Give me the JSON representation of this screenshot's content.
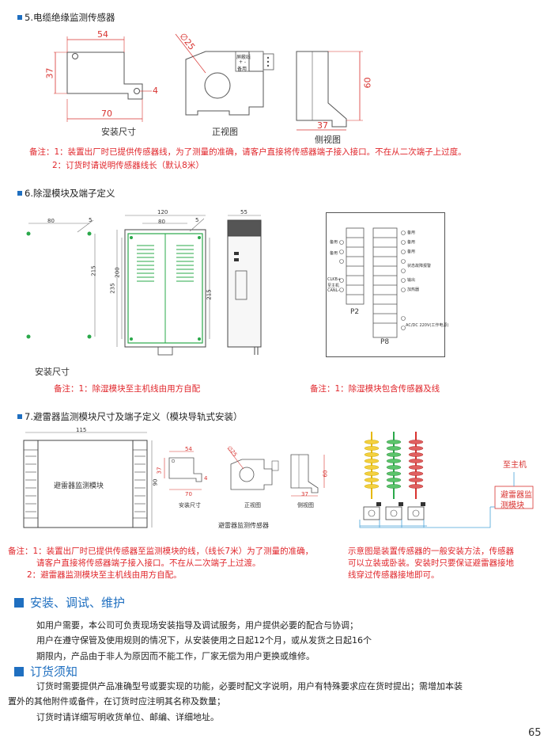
{
  "sec5": {
    "title": "5.电缆绝缘监测传感器",
    "dim_54": "54",
    "dim_37": "37",
    "dim_70": "70",
    "dim_4": "4",
    "dim_phi25": "∅25",
    "dim_60": "60",
    "dim_37b": "37",
    "label_install": "安装尺寸",
    "label_front": "正视图",
    "label_side": "侧视图",
    "terminal_1": "屏蔽线",
    "terminal_2": "+ -",
    "terminal_3": "备用",
    "note1": "备注：1：装置出厂时已提供传感器线，为了测量的准确，请客户直接将传感器端子接入接口。不在从二次端子上过度。",
    "note2": "2：订货时请说明传感器线长（默认8米）"
  },
  "sec6": {
    "title": "6.除湿模块及端子定义",
    "dim_80a": "80",
    "dim_5a": "5",
    "dim_120": "120",
    "dim_80b": "80",
    "dim_5b": "5",
    "dim_215a": "215",
    "dim_235": "235",
    "dim_200": "200",
    "dim_215b": "215",
    "dim_55": "55",
    "label_install": "安装尺寸",
    "note_left": "备注：1：除湿模块至主机线由用方自配",
    "note_right": "备注：1：除湿模块包含传感器及线",
    "p2": "P2",
    "p8": "P8",
    "p2_labels": [
      "备用",
      "备用",
      "CLKB+",
      "至主机",
      "CANL-"
    ],
    "p8_labels": [
      "备用",
      "备用",
      "备用",
      "状态故障报警",
      "输出",
      "加热器",
      "AC/DC 220V(工作电源)"
    ]
  },
  "sec7": {
    "title": "7.避雷器监测模块尺寸及端子定义（模块导轨式安装）",
    "dim_115": "115",
    "dim_90": "90",
    "module_label": "避雷器监测模块",
    "dim_54": "54",
    "dim_37": "37",
    "dim_70": "70",
    "dim_4": "4",
    "dim_phi25": "∅25",
    "dim_60": "60",
    "dim_37b": "37",
    "label_install": "安装尺寸",
    "label_front": "正视图",
    "label_side": "侧视图",
    "sensor_caption": "避雷器监测传感器",
    "to_host": "至主机",
    "module_box": [
      "避雷器监",
      "测模块"
    ],
    "note_left": [
      "备注：1：装置出厂时已提供传感器至监测模块的线，（线长7米）为了测量的准确，",
      "请客户直接将传感器端子接入接口。不在从二次端子上过渡。",
      "2：避雷器监测模块至主机线由用方自配。"
    ],
    "note_right": [
      "示意图是装置传感器的一般安装方法，传感器",
      "可以立装或卧装。安装时只要保证避雷器接地",
      "线穿过传感器接地即可。"
    ]
  },
  "install": {
    "heading": "安装、调试、维护",
    "lines": [
      "如用户需要，本公司可负责现场安装指导及调试服务，用户提供必要的配合与协调；",
      "用户在遵守保管及使用规则的情况下，从安装使用之日起12个月，或从发货之日起16个",
      "期限内，产品由于非人为原因而不能工作，厂家无偿为用户更换或维修。"
    ]
  },
  "order": {
    "heading": "订货须知",
    "lines": [
      "订货时需要提供产品准确型号或要实现的功能，必要时配文字说明，用户有特殊要求应在货时提出；需增加本装",
      "置外的其他附件或备件，在订货时应注明其名称及数量；",
      "订货时请详细写明收货单位、邮编、详细地址。"
    ]
  },
  "page_number": "65",
  "colors": {
    "accent_blue": "#1f6fc0",
    "note_red": "#e0262b",
    "dim_red": "#d8322f",
    "module_green": "#2aa84a"
  }
}
